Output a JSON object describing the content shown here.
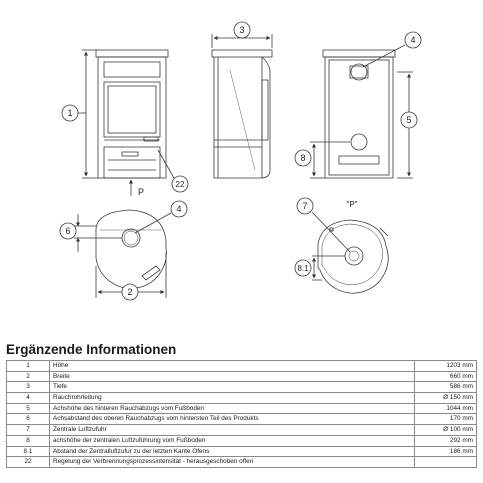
{
  "drawing": {
    "p_label": "P",
    "p_view_label": "\"P\"",
    "callouts": {
      "front_height": "1",
      "bottom_width": "2",
      "side_depth": "3",
      "back_flue": "4",
      "back_height": "5",
      "top_offset": "6",
      "rear_air": "7",
      "rear_air_height": "8",
      "air_edge": "8.1",
      "top_flue": "4",
      "regulator": "22"
    }
  },
  "section_title": "Ergänzende Informationen",
  "specs": [
    {
      "num": "1",
      "label": "Höhe",
      "value": "1203 mm"
    },
    {
      "num": "2",
      "label": "Breite",
      "value": "660 mm"
    },
    {
      "num": "3",
      "label": "Tiefe",
      "value": "586 mm"
    },
    {
      "num": "4",
      "label": "Rauchrohrleitung",
      "value": "Ø 150 mm"
    },
    {
      "num": "5",
      "label": "Achshöhe des hinteren Rauchabzugs vom Fußboden",
      "value": "1044 mm"
    },
    {
      "num": "6",
      "label": "Achsabstand des oberen Rauchabzugs vom hintersten Teil des Produkts",
      "value": "170 mm"
    },
    {
      "num": "7",
      "label": "Zentrale Luftzufuhr",
      "value": "Ø 100 mm"
    },
    {
      "num": "8",
      "label": "achshöhe der zentralen Luftzuführung vom Fußboden",
      "value": "292 mm"
    },
    {
      "num": "8.1",
      "label": "Abstand der Zentralluftzufur zu der letzten Kante Ofens",
      "value": "186 mm"
    },
    {
      "num": "22",
      "label": "Regelung der Verbrennungsprozessintensität - herausgeschoben offen",
      "value": ""
    }
  ]
}
